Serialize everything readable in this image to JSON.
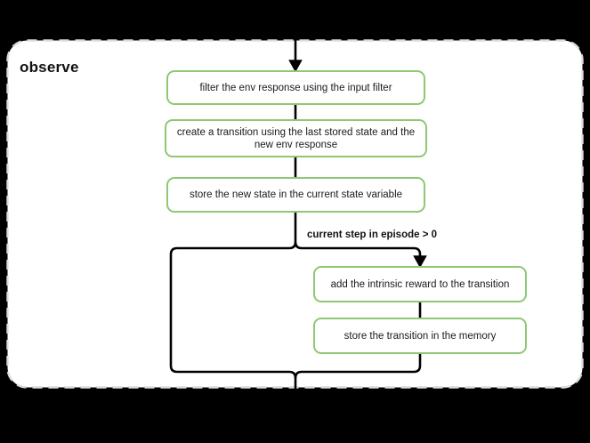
{
  "diagram": {
    "background_color": "#000000",
    "container": {
      "label": "observe",
      "fill_color": "#ffffff",
      "border_color": "#d9d9d9",
      "border_style": "dashed"
    },
    "node_style": {
      "border_color": "#8dc971",
      "fill_color": "#ffffff",
      "text_color": "#1a1a1a"
    },
    "edge_color": "#000000",
    "nodes": [
      {
        "id": "filter",
        "label": "filter the env response using the input filter"
      },
      {
        "id": "create",
        "label": "create a transition using the last stored state and the new env response"
      },
      {
        "id": "store_state",
        "label": "store the new state in the current state variable"
      },
      {
        "id": "intrinsic",
        "label": "add the intrinsic reward to the transition"
      },
      {
        "id": "store_transition",
        "label": "store the transition in the memory"
      }
    ],
    "edge_labels": [
      {
        "id": "condition",
        "label": "current step in episode > 0"
      }
    ]
  }
}
